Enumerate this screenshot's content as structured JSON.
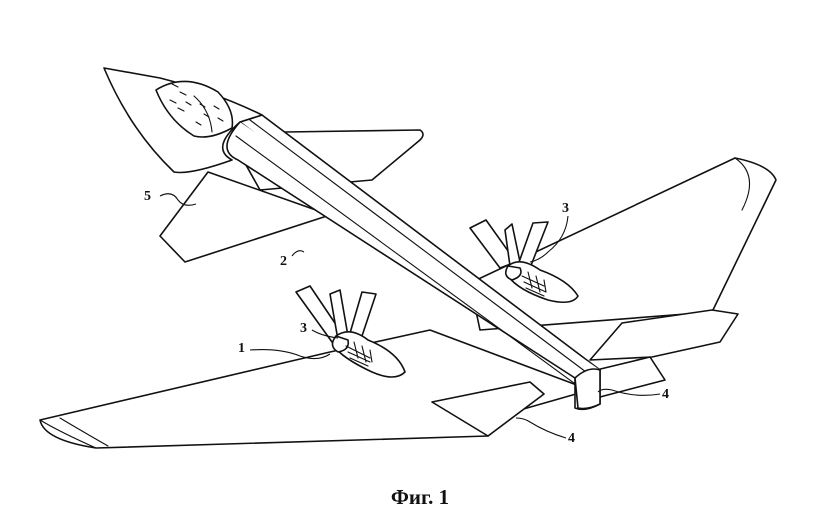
{
  "caption": "Фиг. 1",
  "labels": {
    "wing": "1",
    "fuselage": "2",
    "engine_right": "3",
    "engine_left": "3",
    "elevon_right": "4",
    "elevon_left": "4",
    "canard": "5"
  }
}
